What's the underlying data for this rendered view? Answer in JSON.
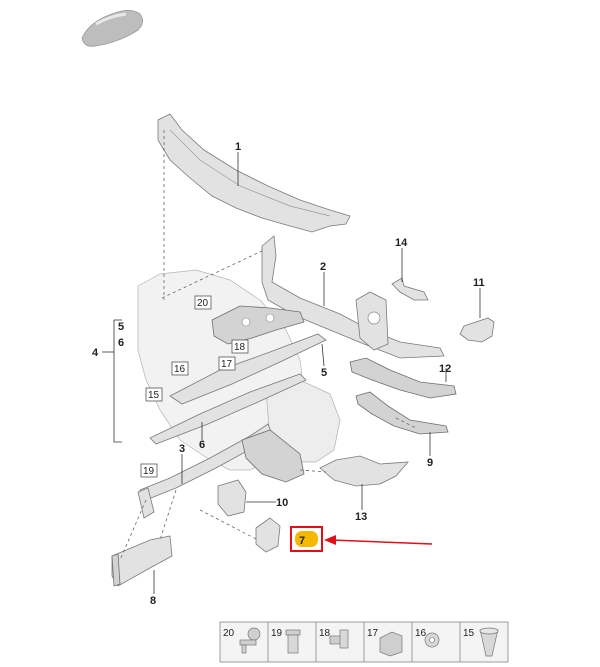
{
  "callouts": {
    "c1": "1",
    "c2": "2",
    "c3": "3",
    "c4": "4",
    "c5a": "5",
    "c6a": "6",
    "c5b": "5",
    "c6b": "6",
    "c7": "7",
    "c8": "8",
    "c9": "9",
    "c10": "10",
    "c11": "11",
    "c12": "12",
    "c13": "13",
    "c14": "14"
  },
  "boxed_callouts": {
    "b15": "15",
    "b16": "16",
    "b17": "17",
    "b18": "18",
    "b19": "19",
    "b20": "20"
  },
  "fastener_legend": [
    "20",
    "19",
    "18",
    "17",
    "16",
    "15"
  ],
  "highlight": {
    "part": "7",
    "fill": "#f5b800",
    "border": "#e0101a",
    "arrow": "#e0101a"
  }
}
